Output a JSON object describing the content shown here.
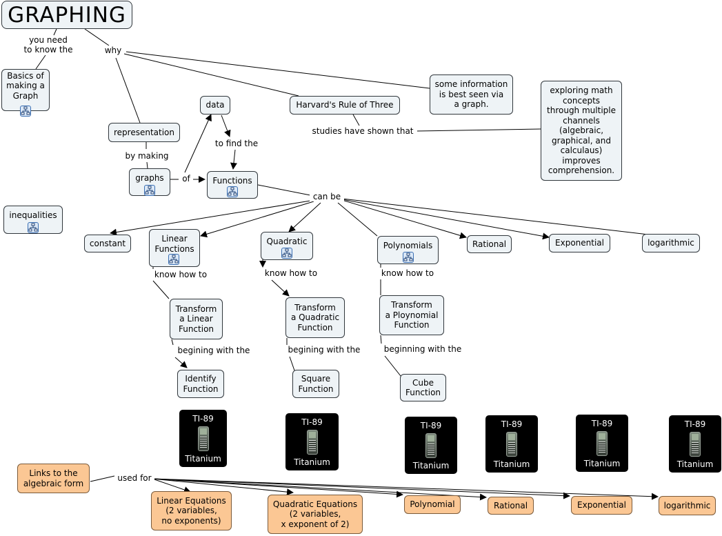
{
  "nodes": {
    "graphing": "GRAPHING",
    "basics": "Basics of\nmaking a\nGraph",
    "representation": "representation",
    "data": "data",
    "harvard": "Harvard's Rule of Three",
    "some_info": "some information\nis best seen via\na graph.",
    "exploring": "exploring math\nconcepts\nthrough multiple\nchannels\n(algebraic,\ngraphical, and\ncalculaus)\nimproves\ncomprehension.",
    "graphs": "graphs",
    "functions": "Functions",
    "inequalities": "inequalities",
    "constant": "constant",
    "linear": "Linear\nFunctions",
    "quadratic": "Quadratic",
    "polynomials": "Polynomials",
    "rational": "Rational",
    "exponential": "Exponential",
    "logarithmic": "logarithmic",
    "transform_linear": "Transform\na Linear\nFunction",
    "transform_quadratic": "Transform\na Quadratic\nFunction",
    "transform_poly": "Transform\na Ploynomial\nFunction",
    "identity": "Identify\nFunction",
    "square": "Square\nFunction",
    "cube": "Cube\nFunction",
    "links_algebraic": "Links to the\nalgebraic form",
    "linear_eq": "Linear Equations\n(2 variables,\nno exponents)",
    "quadratic_eq": "Quadratic Equations\n(2 variables,\nx exponent of 2)",
    "polynomial_o": "Polynomial",
    "rational_o": "Rational",
    "exponential_o": "Exponential",
    "logarithmic_o": "logarithmic"
  },
  "labels": {
    "you_need": "you need\nto know the",
    "why": "why",
    "studies": "studies have shown that",
    "to_find": "to find the",
    "by_making": "by making",
    "of": "of",
    "can_be": "can be",
    "know_how_1": "know how to",
    "know_how_2": "know how to",
    "know_how_3": "know how to",
    "beginning_1": "begining with the",
    "beginning_2": "begining with the",
    "beginning_3": "beginning with the",
    "used_for": "used for"
  },
  "calculators": [
    {
      "top": "TI-89",
      "bottom": "Titanium"
    },
    {
      "top": "TI-89",
      "bottom": "Titanium"
    },
    {
      "top": "TI-89",
      "bottom": "Titanium"
    },
    {
      "top": "TI-89",
      "bottom": "Titanium"
    },
    {
      "top": "TI-89",
      "bottom": "Titanium"
    },
    {
      "top": "TI-89",
      "bottom": "Titanium"
    }
  ],
  "icons": {
    "concept_map": "concept-map-icon",
    "calculator": "calculator-icon"
  },
  "colors": {
    "node_fill": "#eef3f6",
    "node_border": "#30363b",
    "orange_fill": "#fbc794",
    "calculator_fill": "#000000"
  }
}
